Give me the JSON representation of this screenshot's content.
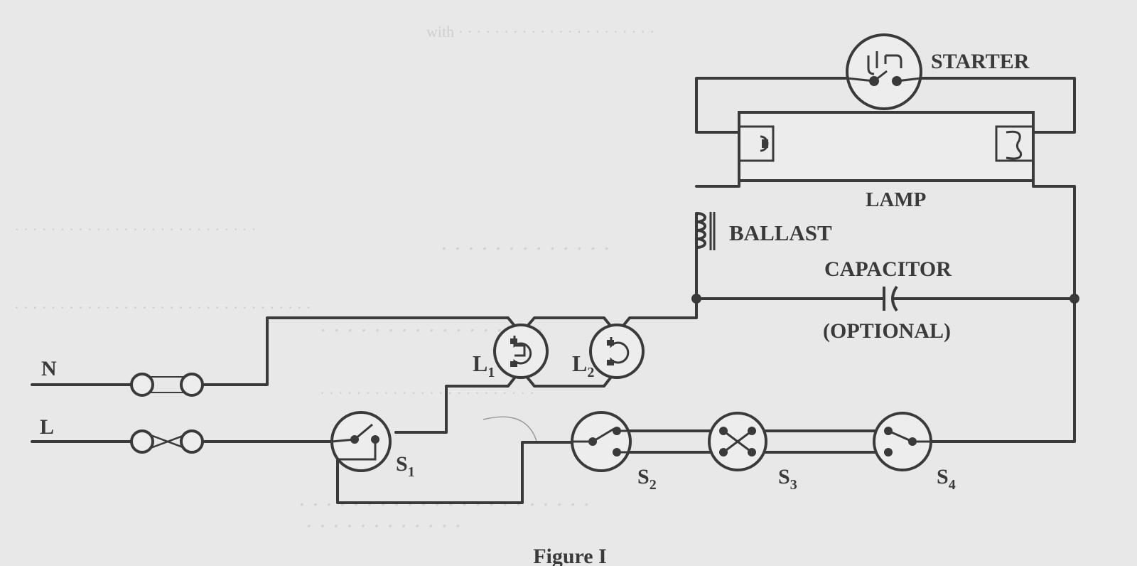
{
  "labels": {
    "starter": "STARTER",
    "lamp": "LAMP",
    "ballast": "BALLAST",
    "capacitor": "CAPACITOR",
    "optional": "(OPTIONAL)",
    "neutral": "N",
    "live": "L",
    "lamp1": "L",
    "lamp1_sub": "1",
    "lamp2": "L",
    "lamp2_sub": "2",
    "switch1": "S",
    "switch1_sub": "1",
    "switch2": "S",
    "switch2_sub": "2",
    "switch3": "S",
    "switch3_sub": "3",
    "switch4": "S",
    "switch4_sub": "4",
    "caption": "Figure I"
  },
  "colors": {
    "background": "#e8e8e8",
    "ink": "#3a3a3a"
  }
}
